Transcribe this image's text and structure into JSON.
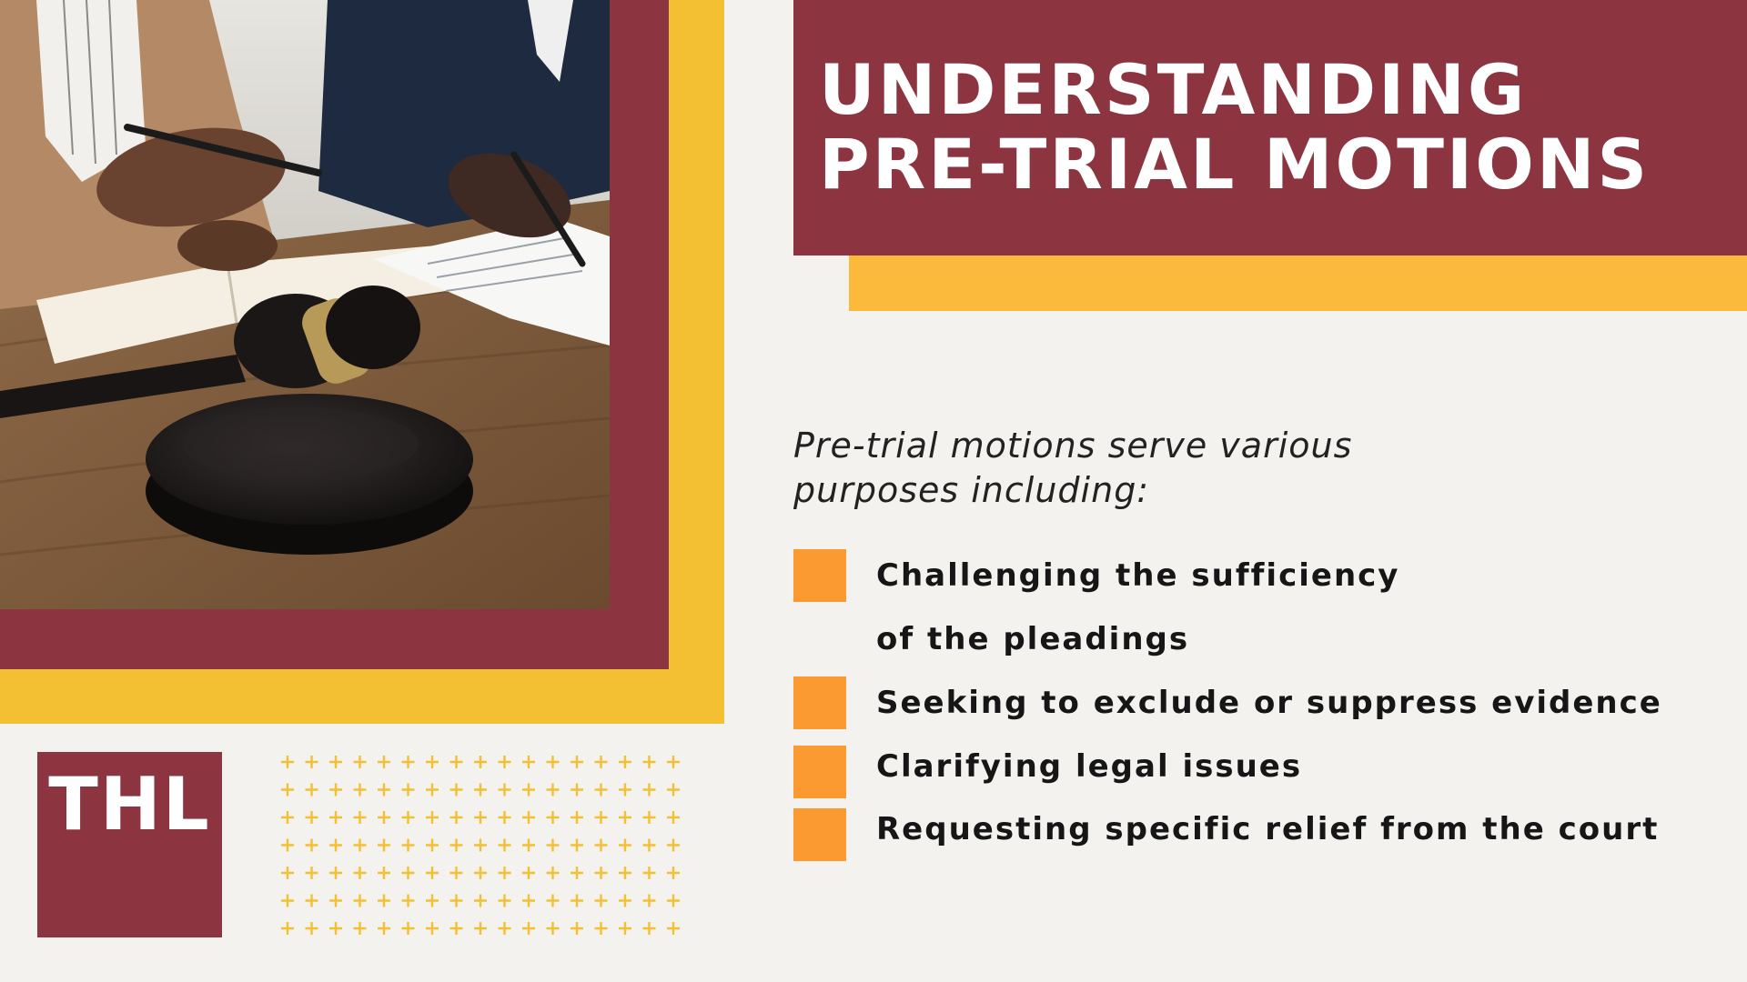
{
  "hero": {
    "title_lines": [
      "UNDERSTANDING",
      "PRE-TRIAL MOTIONS"
    ]
  },
  "intro": {
    "lines": [
      "Pre-trial motions serve various",
      "purposes including:"
    ]
  },
  "bullets": [
    {
      "lines": [
        "Challenging the sufficiency",
        "of the pleadings"
      ]
    },
    {
      "lines": [
        "Seeking to exclude or suppress evidence"
      ]
    },
    {
      "lines": [
        "Clarifying legal issues"
      ]
    },
    {
      "lines": [
        "Requesting specific relief from the court"
      ]
    }
  ],
  "logo": {
    "text": "THL"
  },
  "photo": {
    "subject": "gavel-and-documents-photo"
  },
  "colors": {
    "maroon": "#8c3540",
    "yellow": "#f3bf33",
    "orange": "#fa9a30",
    "background": "#f3f2ee"
  }
}
